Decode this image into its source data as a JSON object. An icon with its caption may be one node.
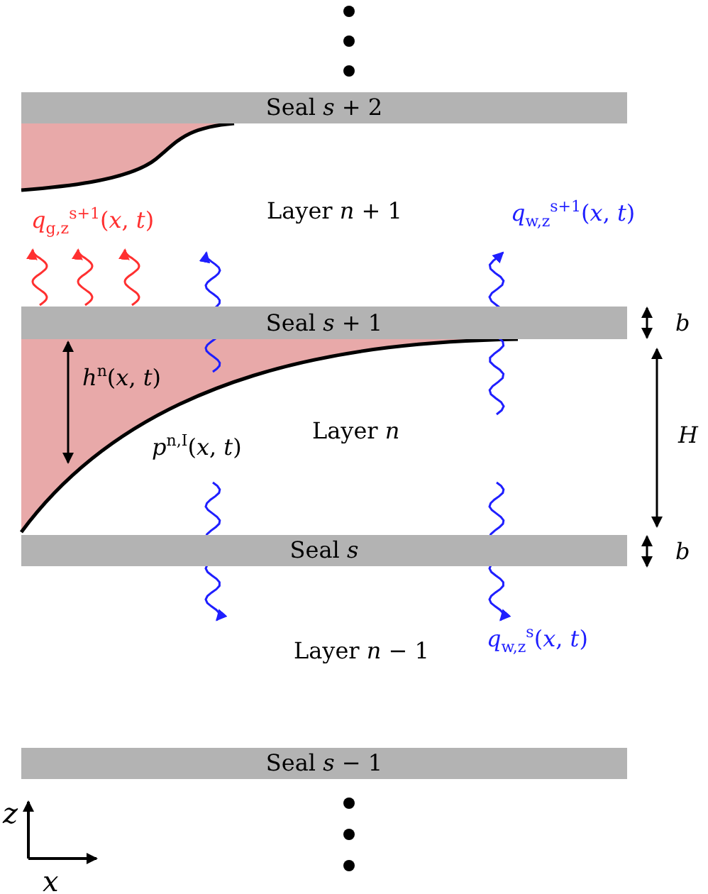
{
  "diagram": {
    "nodes": [
      {
        "text": [
          "Seal *s* + 2"
        ]
      },
      {
        "text": [
          "Seal *s* + 1"
        ]
      },
      {
        "text": [
          "Seal *s*"
        ]
      },
      {
        "text": [
          "Seal *s* − 1"
        ]
      }
    ],
    "labels": [
      "Layer *n* + 1",
      "*q*$_{g,z}$$^{s+1}$(*x*, *t*)",
      "*q*$_{w,z}$$^{s+1}$(*x*, *t*)",
      "*b*",
      "*h*$^{n}$(*x*, *t*)",
      "Layer *n*",
      "*p*$^{n,I}$(*x*, *t*)",
      "*H*",
      "*b*",
      "Layer *n* − 1",
      "*q*$_{w,z}$$^{s}$(*x*, *t*)",
      "*z*",
      "*x*"
    ]
  }
}
